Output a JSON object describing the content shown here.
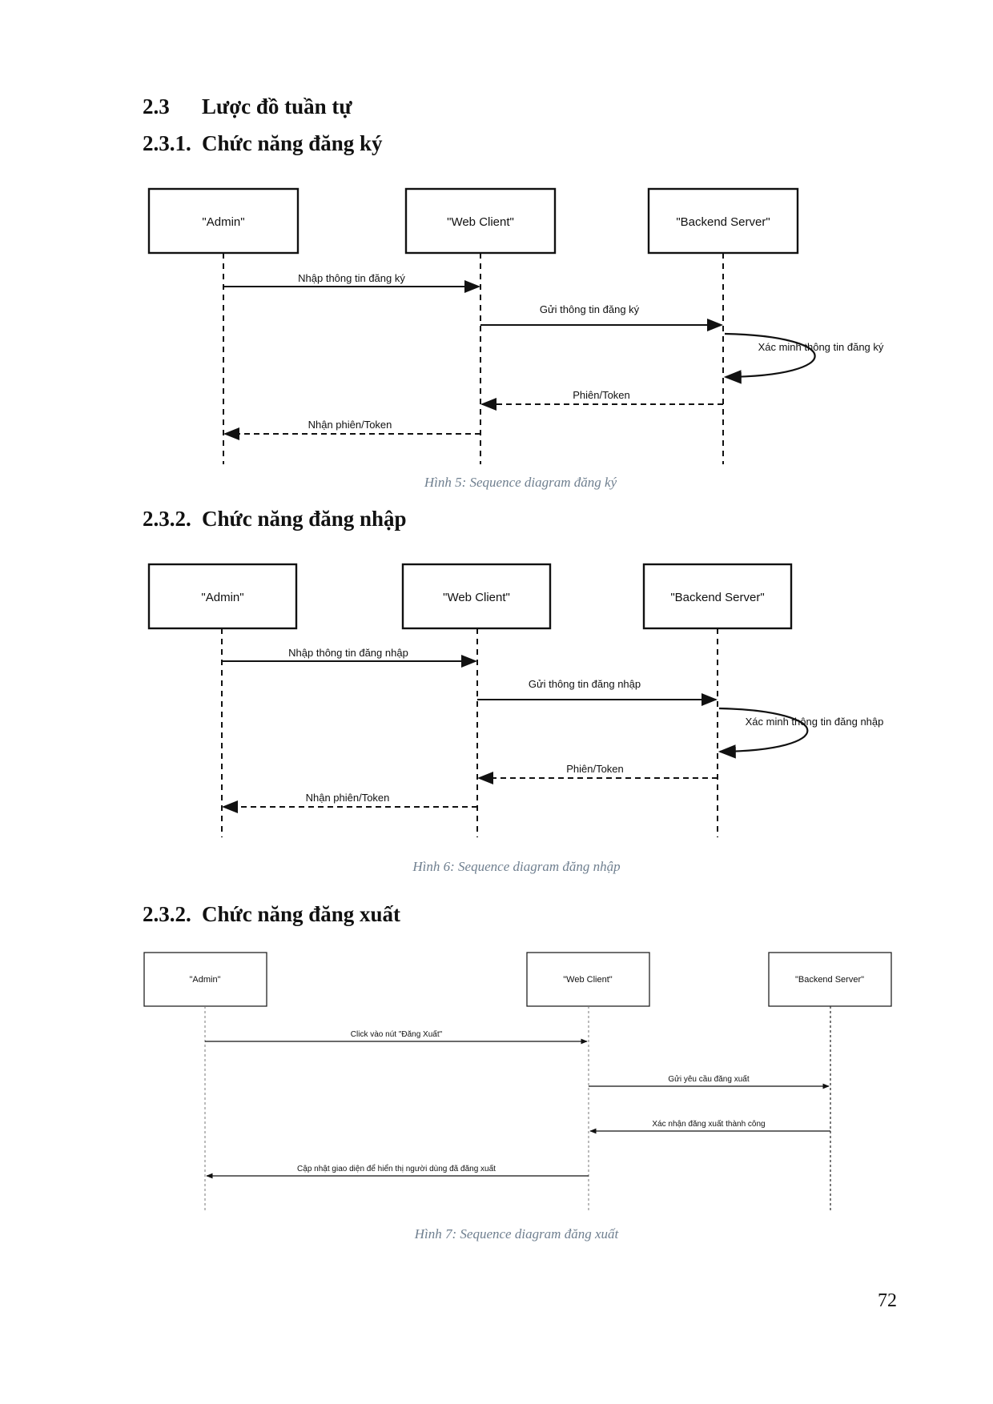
{
  "sections": {
    "main": {
      "number": "2.3",
      "title": "Lược đồ tuần tự"
    },
    "register": {
      "number": "2.3.1.",
      "title": "Chức năng đăng ký"
    },
    "login": {
      "number": "2.3.2.",
      "title": "Chức năng đăng nhập"
    },
    "logout": {
      "number": "2.3.2.",
      "title": "Chức năng đăng xuất"
    }
  },
  "diagrams": {
    "register": {
      "caption": "Hình 5: Sequence diagram đăng ký",
      "participants": [
        "\"Admin\"",
        "\"Web Client\"",
        "\"Backend Server\""
      ],
      "messages": [
        {
          "label": "Nhập thông tin đăng ký",
          "from": 0,
          "to": 1,
          "style": "solid"
        },
        {
          "label": "Gửi thông tin đăng ký",
          "from": 1,
          "to": 2,
          "style": "solid"
        },
        {
          "label": "Xác minh thông tin đăng ký",
          "from": 2,
          "to": 2,
          "style": "self"
        },
        {
          "label": "Phiên/Token",
          "from": 2,
          "to": 1,
          "style": "dashed"
        },
        {
          "label": "Nhận phiên/Token",
          "from": 1,
          "to": 0,
          "style": "dashed"
        }
      ]
    },
    "login": {
      "caption": "Hình 6: Sequence diagram đăng nhập",
      "participants": [
        "\"Admin\"",
        "\"Web Client\"",
        "\"Backend Server\""
      ],
      "messages": [
        {
          "label": "Nhập thông tin đăng nhập",
          "from": 0,
          "to": 1,
          "style": "solid"
        },
        {
          "label": "Gửi thông tin đăng nhập",
          "from": 1,
          "to": 2,
          "style": "solid"
        },
        {
          "label": "Xác minh thông tin đăng nhập",
          "from": 2,
          "to": 2,
          "style": "self"
        },
        {
          "label": "Phiên/Token",
          "from": 2,
          "to": 1,
          "style": "dashed"
        },
        {
          "label": "Nhận phiên/Token",
          "from": 1,
          "to": 0,
          "style": "dashed"
        }
      ]
    },
    "logout": {
      "caption": "Hình 7: Sequence diagram đăng xuất",
      "participants": [
        "\"Admin\"",
        "\"Web Client\"",
        "\"Backend Server\""
      ],
      "messages": [
        {
          "label": "Click vào nút \"Đăng Xuất\"",
          "from": 0,
          "to": 1,
          "style": "solid"
        },
        {
          "label": "Gửi yêu cầu đăng xuất",
          "from": 1,
          "to": 2,
          "style": "solid"
        },
        {
          "label": "Xác nhận đăng xuất thành công",
          "from": 2,
          "to": 1,
          "style": "solid"
        },
        {
          "label": "Cập nhật giao diện để hiển thị người dùng đã đăng xuất",
          "from": 1,
          "to": 0,
          "style": "solid"
        }
      ]
    }
  },
  "page_number": "72"
}
